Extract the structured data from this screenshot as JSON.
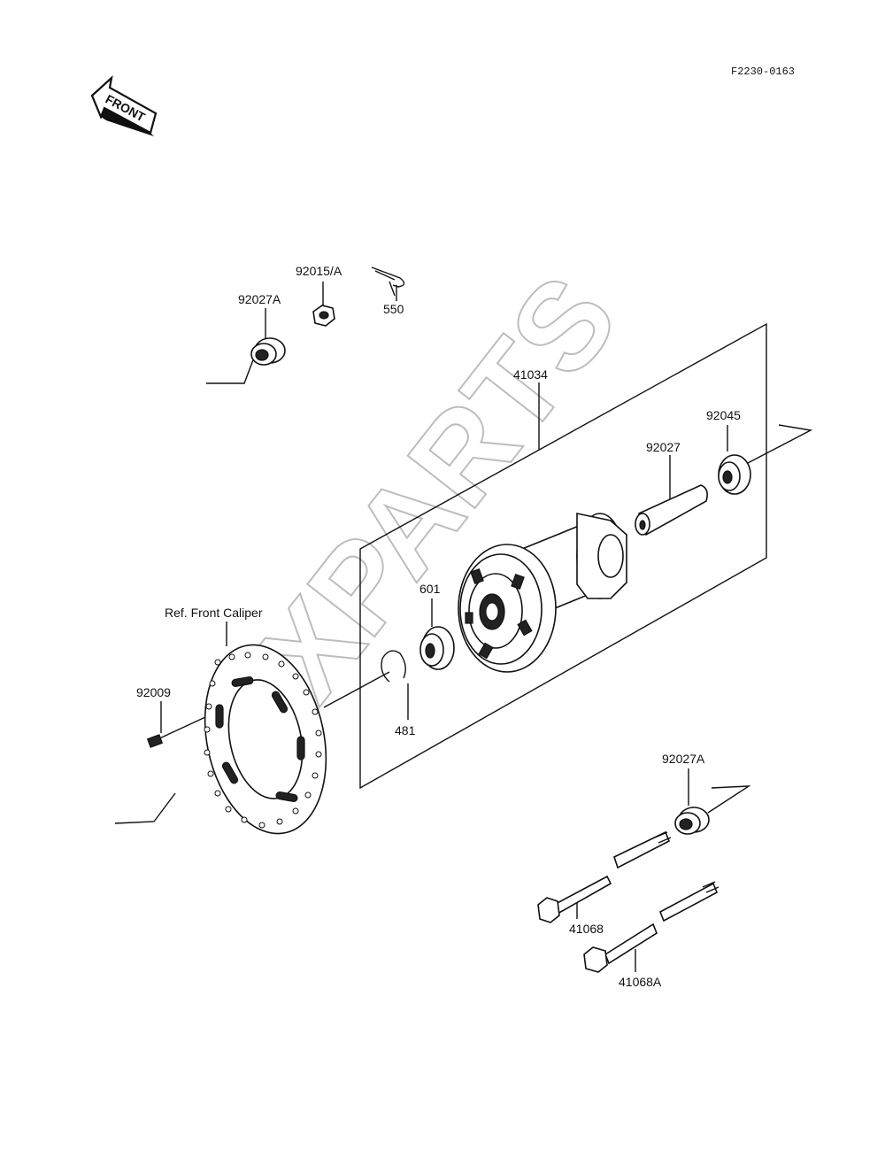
{
  "figure_code": "F2230-0163",
  "front_arrow_text": "FRONT",
  "watermark": "XPARTS",
  "labels": {
    "p92015A": "92015/A",
    "p550": "550",
    "p92027A_top": "92027A",
    "p41034": "41034",
    "p92027": "92027",
    "p92045": "92045",
    "p601": "601",
    "p481": "481",
    "ref_caliper": "Ref. Front Caliper",
    "p92009": "92009",
    "p92027A_bottom": "92027A",
    "p41068": "41068",
    "p41068A": "41068A"
  }
}
